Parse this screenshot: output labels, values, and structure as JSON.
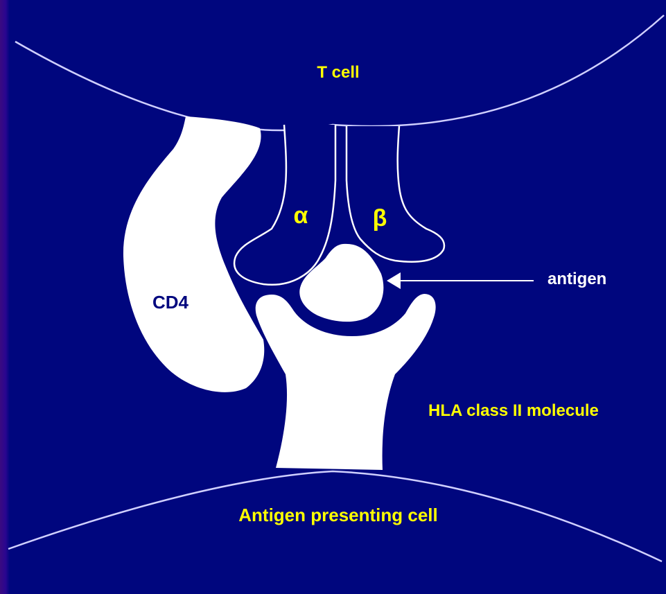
{
  "colors": {
    "background": "#00067e",
    "left_edge": "#3a0a80",
    "shape_fill": "#ffffff",
    "outline": "#ffffff",
    "label_yellow": "#ffff00",
    "label_white": "#ffffff",
    "label_cd4": "#00067e"
  },
  "labels": {
    "t_cell": "T cell",
    "alpha": "α",
    "beta": "β",
    "cd4": "CD4",
    "antigen": "antigen",
    "hla": "HLA class II molecule",
    "apc": "Antigen presenting cell"
  }
}
